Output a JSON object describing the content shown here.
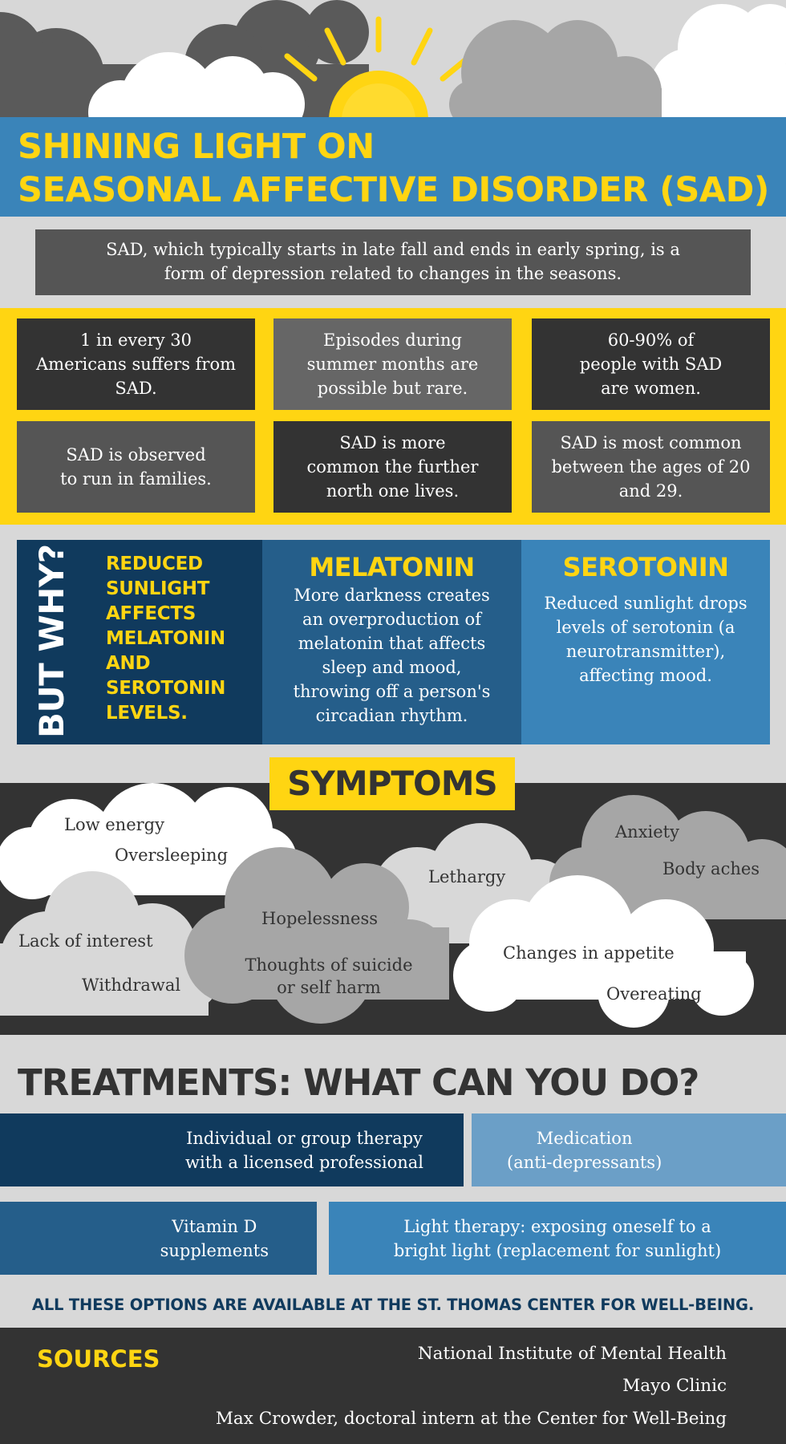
{
  "title": {
    "line1": "SHINING LIGHT ON",
    "line2": "SEASONAL AFFECTIVE DISORDER (SAD)"
  },
  "intro": {
    "line1": "SAD, which typically starts in late fall and ends in early spring, is a",
    "line2": "form of depression related to changes in the seasons."
  },
  "facts": [
    {
      "lines": [
        "1 in every 30",
        "Americans suffers from",
        "SAD."
      ]
    },
    {
      "lines": [
        "Episodes during",
        "summer months are",
        "possible but rare."
      ]
    },
    {
      "lines": [
        "60-90% of",
        "people with SAD",
        "are women."
      ]
    },
    {
      "lines": [
        "SAD is observed",
        "to run in families."
      ]
    },
    {
      "lines": [
        "SAD is more",
        "common the further",
        "north one lives."
      ]
    },
    {
      "lines": [
        "SAD is most common",
        "between the ages of 20",
        "and 29."
      ]
    }
  ],
  "why": {
    "vertical_label": "BUT WHY?",
    "summary_lines": [
      "REDUCED",
      "SUNLIGHT",
      "AFFECTS",
      "MELATONIN",
      "AND",
      "SEROTONIN",
      "LEVELS."
    ],
    "melatonin": {
      "heading": "MELATONIN",
      "lines": [
        "More darkness creates",
        "an overproduction of",
        "melatonin that affects",
        "sleep and mood,",
        "throwing off a person's",
        "circadian rhythm."
      ]
    },
    "serotonin": {
      "heading": "SEROTONIN",
      "lines": [
        "Reduced sunlight drops",
        "levels of serotonin (a",
        "neurotransmitter),",
        "affecting mood."
      ]
    }
  },
  "symptoms": {
    "heading": "SYMPTOMS",
    "items": [
      "Low energy",
      "Oversleeping",
      "Lethargy",
      "Anxiety",
      "Body aches",
      "Hopelessness",
      "Lack of interest",
      "Withdrawal",
      "Thoughts of suicide",
      "or self harm",
      "Changes in appetite",
      "Overeating"
    ]
  },
  "treatments": {
    "heading": "TREATMENTS: WHAT CAN YOU DO?",
    "items": [
      {
        "lines": [
          "Individual or group therapy",
          "with a licensed professional"
        ]
      },
      {
        "lines": [
          "Medication",
          "(anti-depressants)"
        ]
      },
      {
        "lines": [
          "Vitamin D",
          "supplements"
        ]
      },
      {
        "lines": [
          "Light therapy: exposing oneself to a",
          "bright light (replacement for sunlight)"
        ]
      }
    ],
    "availability": "ALL THESE OPTIONS ARE AVAILABLE AT THE ST. THOMAS CENTER FOR WELL-BEING."
  },
  "sources": {
    "label": "SOURCES",
    "items": [
      "National Institute of Mental Health",
      "Mayo Clinic",
      "Max Crowder, doctoral intern at the Center for Well-Being"
    ]
  },
  "colors": {
    "yellow": "#ffd512",
    "navy": "#103a5d",
    "mid_blue": "#255e8a",
    "blue": "#3a84b9",
    "light_blue": "#6b9fc7",
    "charcoal": "#333333",
    "gray": "#555555"
  }
}
